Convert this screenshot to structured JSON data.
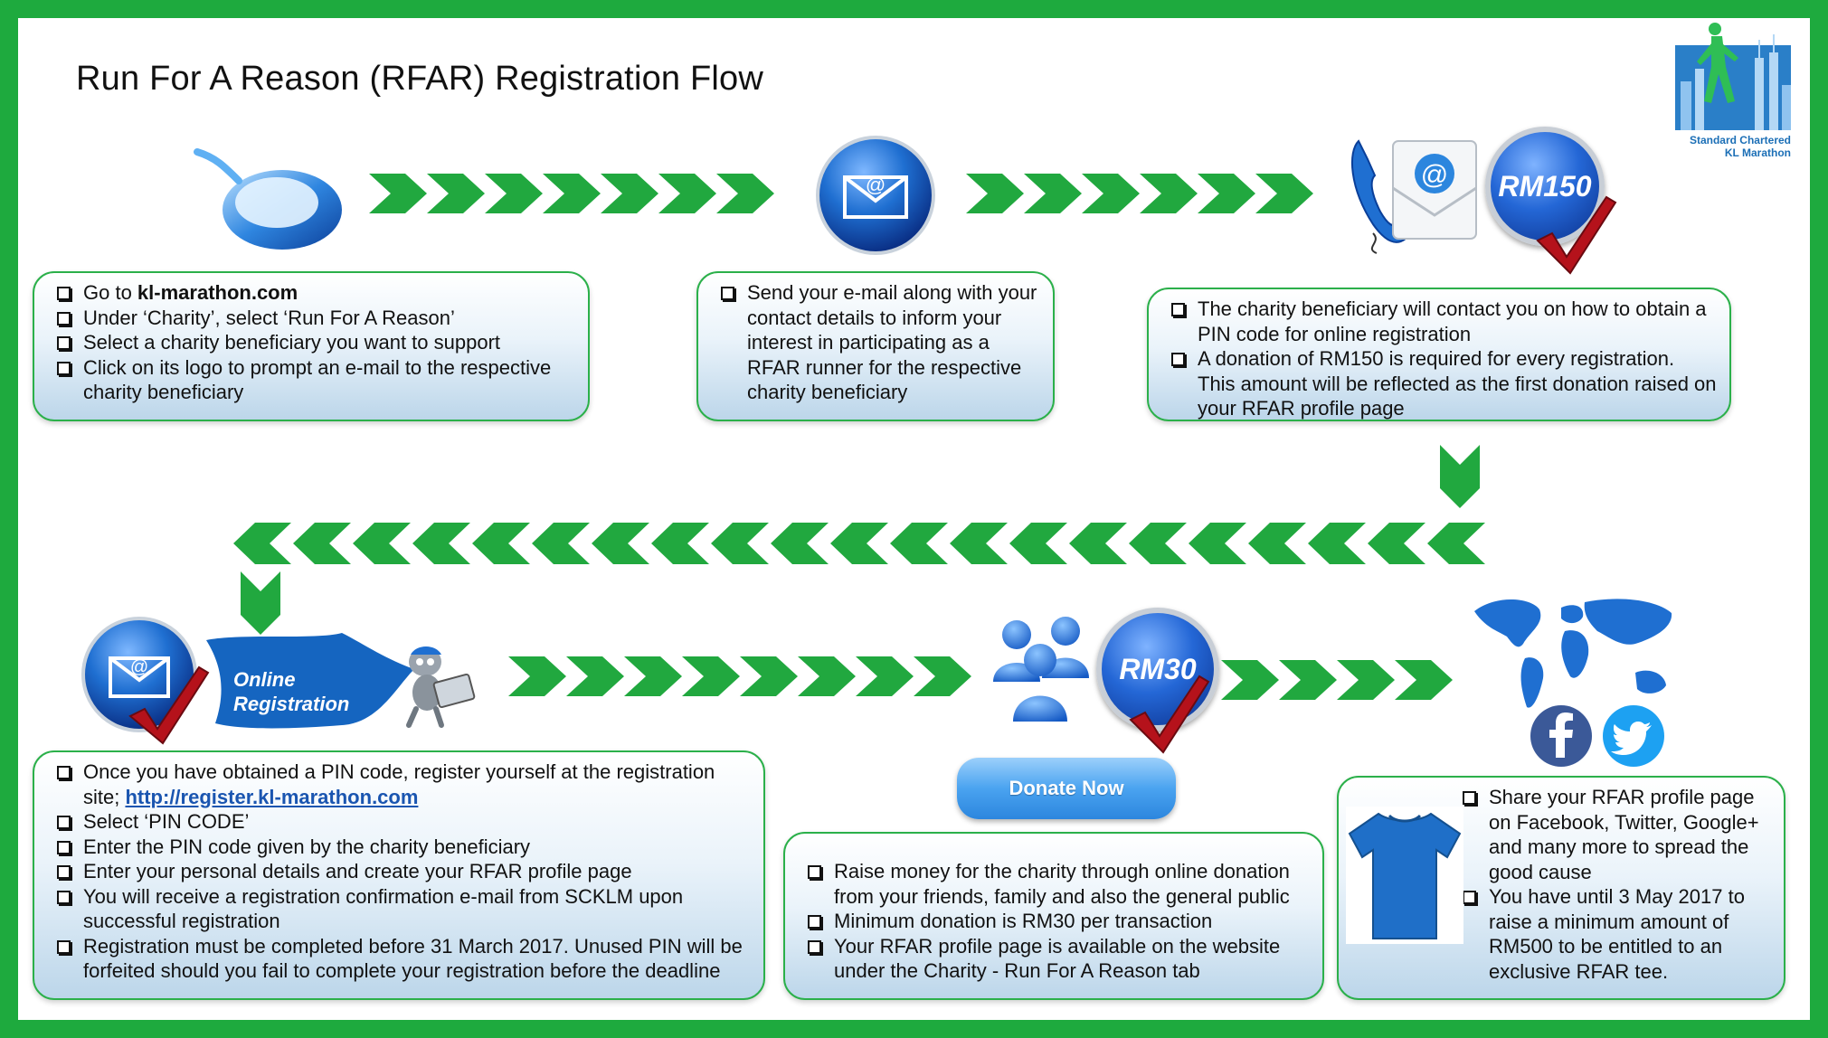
{
  "title": "Run For A Reason  (RFAR) Registration Flow",
  "logo": {
    "line1": "Standard Chartered",
    "line2": "KL Marathon"
  },
  "badges": {
    "rm150": "RM150",
    "rm30": "RM30"
  },
  "online_registration": {
    "line1": "Online",
    "line2": "Registration"
  },
  "donate_button": "Donate Now",
  "step1": {
    "items": [
      {
        "prefix": "Go to ",
        "bold": "kl-marathon.com",
        "suffix": ""
      },
      {
        "text": "Under ‘Charity’, select ‘Run For A Reason’"
      },
      {
        "text": "Select a charity beneficiary you want to support"
      },
      {
        "text": "Click on its logo to prompt an e-mail to the respective charity beneficiary"
      }
    ]
  },
  "step2": {
    "items": [
      {
        "text": "Send your e-mail along with your contact details to inform your interest in participating as a RFAR runner for the respective charity beneficiary"
      }
    ]
  },
  "step3": {
    "items": [
      {
        "text": "The charity beneficiary will contact you on how to obtain a PIN code for online registration"
      },
      {
        "text": "A donation of RM150 is required for every registration. This amount will be reflected as the first donation raised on your RFAR profile page"
      }
    ]
  },
  "step4": {
    "items": [
      {
        "prefix": "Once you have obtained a PIN code, register yourself at the registration site; ",
        "link": "http://register.kl-marathon.com"
      },
      {
        "text": "Select ‘PIN CODE’"
      },
      {
        "text": "Enter the PIN code given by the charity beneficiary"
      },
      {
        "text": "Enter your personal details and create your RFAR profile page"
      },
      {
        "text": "You will receive a registration confirmation e-mail from SCKLM upon successful registration"
      },
      {
        "text": "Registration must be completed before 31 March 2017. Unused PIN will be forfeited should you fail to complete your registration before the deadline"
      }
    ]
  },
  "step5": {
    "items": [
      {
        "text": "Raise money for the charity through online donation from your friends, family and also the general public"
      },
      {
        "text": "Minimum donation is RM30 per transaction"
      },
      {
        "text": "Your RFAR profile page is available on the website under the Charity - Run For A Reason tab"
      }
    ]
  },
  "step6": {
    "items": [
      {
        "text": "Share your RFAR profile page on Facebook, Twitter, Google+ and many more to spread the good cause"
      },
      {
        "text": "You have until 3 May 2017 to raise a minimum amount of RM500 to be entitled to an exclusive RFAR tee."
      }
    ]
  },
  "colors": {
    "frame": "#1eaa3e",
    "arrow": "#21a83f",
    "box_border": "#2bb04a",
    "icon_blue": "#1f6fd1"
  }
}
